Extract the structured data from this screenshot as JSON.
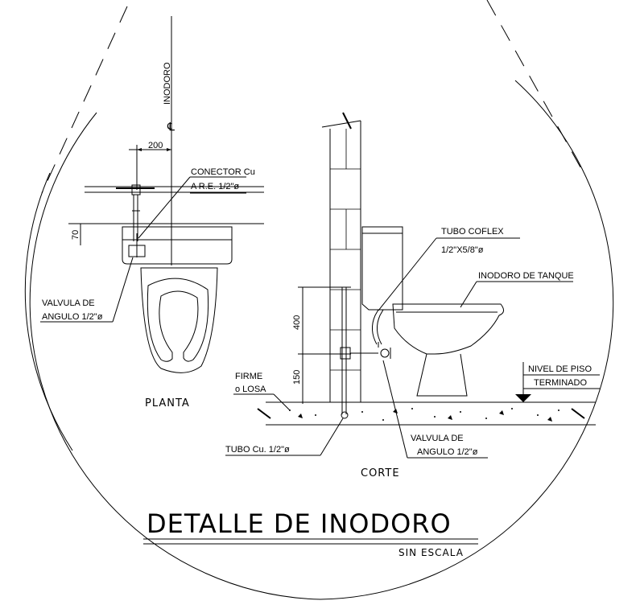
{
  "title": "DETALLE DE INODORO",
  "subtitle": "SIN ESCALA",
  "views": {
    "plan": "PLANTA",
    "section": "CORTE"
  },
  "labels": {
    "inodoro_axis": "INODORO",
    "centerline_symbol": "℄",
    "conector_line1": "CONECTOR Cu",
    "conector_line2": "A R.E. 1/2\"ø",
    "valvula_plan_line1": "VALVULA DE",
    "valvula_plan_line2": "ANGULO 1/2\"ø",
    "tubo_coflex_line1": "TUBO COFLEX",
    "tubo_coflex_line2": "1/2\"X5/8\"ø",
    "inodoro_tanque": "INODORO DE TANQUE",
    "nivel_line1": "NIVEL DE PISO",
    "nivel_line2": "TERMINADO",
    "firme_line1": "FIRME",
    "firme_line2": "o LOSA",
    "tubo_cu": "TUBO Cu. 1/2\"ø",
    "valvula_sec_line1": "VALVULA DE",
    "valvula_sec_line2": "ANGULO 1/2\"ø"
  },
  "dimensions": {
    "plan_offset": "200",
    "plan_height": "70",
    "section_upper": "400",
    "section_lower": "150"
  }
}
